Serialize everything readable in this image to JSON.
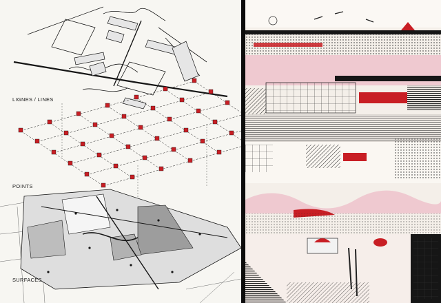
{
  "layers": [
    {
      "id": "lines",
      "label": "LIGNES / LINES"
    },
    {
      "id": "points",
      "label": "POINTS"
    },
    {
      "id": "surfaces",
      "label": "SURFACES"
    }
  ],
  "colors": {
    "accent_red": "#c81e24",
    "ink": "#161616",
    "paper": "#f7f6f2",
    "pink": "#efc9d0",
    "grey_fill": "#bdbdbd"
  }
}
